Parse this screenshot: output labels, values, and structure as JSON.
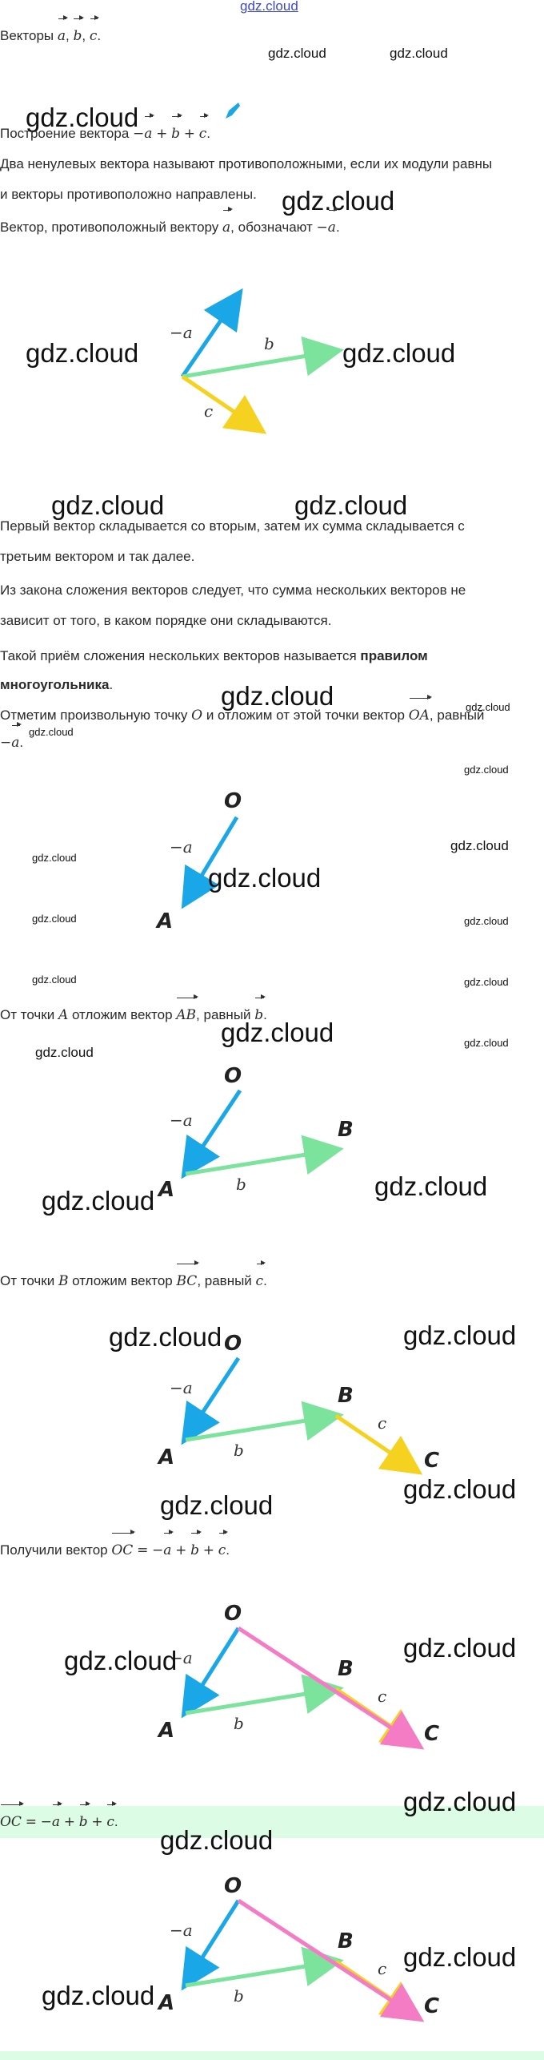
{
  "watermark": {
    "text": "gdz.cloud",
    "top_link": "gdz.cloud"
  },
  "text": {
    "vectors_intro": "Векторы",
    "construction": "Построение вектора",
    "opposite_def_1": "Два ненулевых вектора называют противоположными, если их модули равны",
    "opposite_def_2": "и векторы противоположно направлены.",
    "opposite_notation": "Вектор, противоположный вектору",
    "opposite_notation_2": ", обозначают",
    "rule_1": "Первый вектор складывается со вторым, затем их сумма складывается с",
    "rule_2": "третьим вектором и так далее.",
    "law_1": "Из закона сложения векторов следует, что сумма нескольких векторов не",
    "law_2": "зависит от того, в каком порядке они складываются.",
    "polygon_1": "Такой приём сложения нескольких векторов называется",
    "polygon_bold_1": "правилом",
    "polygon_bold_2": "многоугольника",
    "step_o_1": "Отметим произвольную точку",
    "step_o_2": "и отложим от этой точки вектор",
    "step_o_3": ", равный",
    "step_ab_1": "От точки",
    "step_ab_2": "отложим вектор",
    "step_ab_3": ", равный",
    "step_bc_1": "От точки",
    "step_bc_2": "отложим вектор",
    "step_bc_3": ", равный",
    "got": "Получили вектор"
  },
  "math": {
    "a": "a",
    "b": "b",
    "c": "c",
    "minus": "−",
    "plus": "+",
    "eq": "=",
    "O": "O",
    "A": "A",
    "B": "B",
    "C": "C",
    "OA": "OA",
    "AB": "AB",
    "BC": "BC",
    "OC": "OC"
  },
  "diagram": {
    "minus_a": "−a",
    "b": "b",
    "c": "c",
    "O": "O",
    "A": "A",
    "B": "B",
    "C": "C"
  },
  "colors": {
    "vec_a": "#1aa7e8",
    "vec_b": "#7be39c",
    "vec_c": "#f5d21f",
    "vec_sum": "#f47cc4",
    "highlight": "#dcfce5",
    "link": "#3b48c7"
  }
}
